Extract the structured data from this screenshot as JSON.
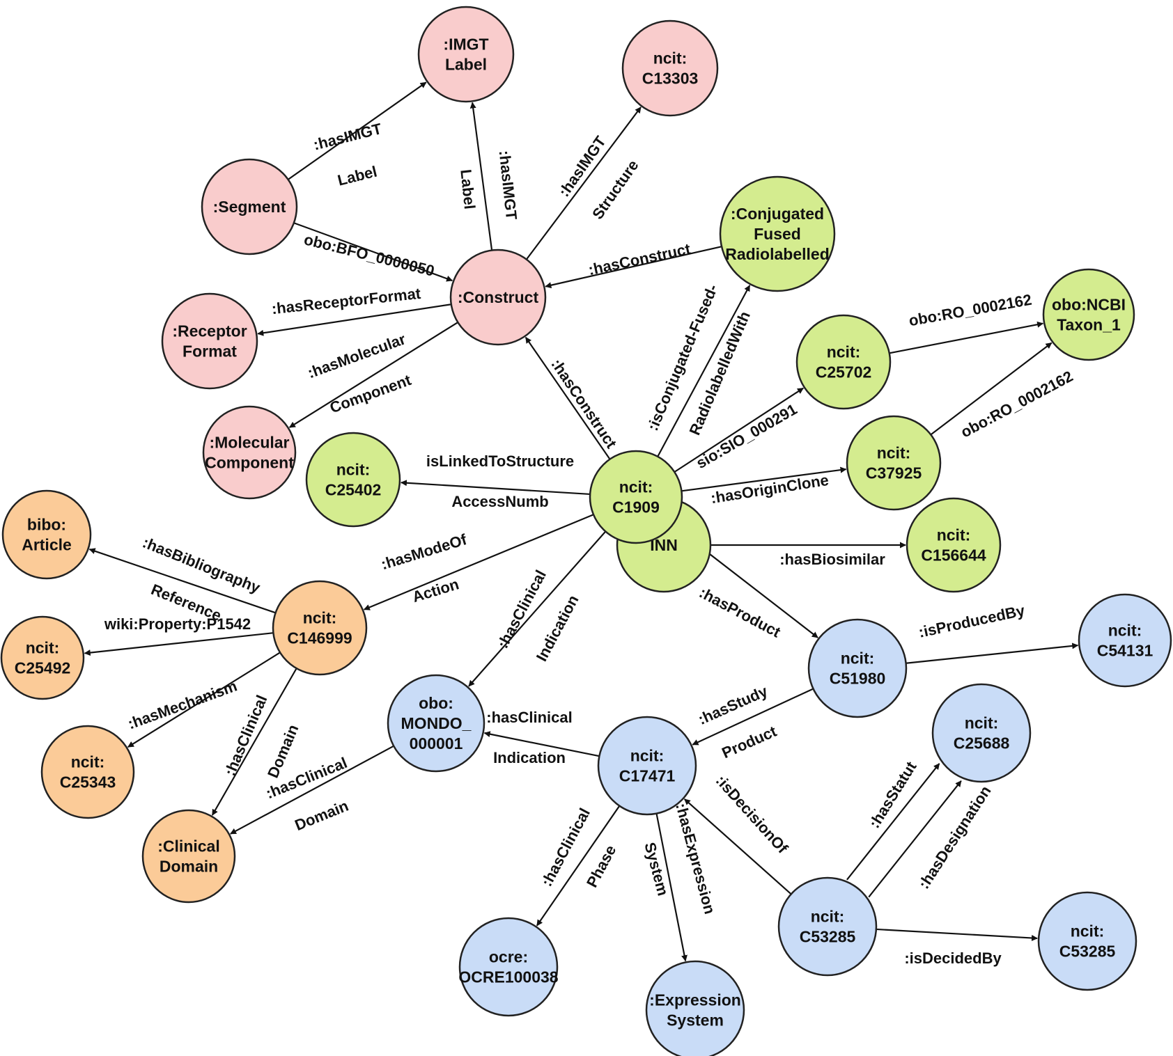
{
  "colors": {
    "pink": "#f9cccc",
    "green": "#d4ec8f",
    "orange": "#fbcb98",
    "blue": "#c9dcf7"
  },
  "nodes": [
    {
      "id": "imgt-label",
      "lines": [
        ":IMGT",
        "Label"
      ],
      "color": "pink"
    },
    {
      "id": "ncit-c13303",
      "lines": [
        "ncit:",
        "C13303"
      ],
      "color": "pink"
    },
    {
      "id": "segment",
      "lines": [
        ":Segment"
      ],
      "color": "pink"
    },
    {
      "id": "construct",
      "lines": [
        ":Construct"
      ],
      "color": "pink"
    },
    {
      "id": "receptor-format",
      "lines": [
        ":Receptor",
        "Format"
      ],
      "color": "pink"
    },
    {
      "id": "molecular-component",
      "lines": [
        ":Molecular",
        "Component"
      ],
      "color": "pink"
    },
    {
      "id": "conjugated",
      "lines": [
        ":Conjugated",
        "Fused",
        "Radiolabelled"
      ],
      "color": "green"
    },
    {
      "id": "ncbi-taxon",
      "lines": [
        "obo:NCBI",
        "Taxon_1"
      ],
      "color": "green"
    },
    {
      "id": "ncit-c25702",
      "lines": [
        "ncit:",
        "C25702"
      ],
      "color": "green"
    },
    {
      "id": "ncit-c37925",
      "lines": [
        "ncit:",
        "C37925"
      ],
      "color": "green"
    },
    {
      "id": "ncit-c25402",
      "lines": [
        "ncit:",
        "C25402"
      ],
      "color": "green"
    },
    {
      "id": "inn",
      "lines": [
        "INN"
      ],
      "color": "green"
    },
    {
      "id": "ncit-c1909",
      "lines": [
        "ncit:",
        "C1909"
      ],
      "color": "green"
    },
    {
      "id": "ncit-c156644",
      "lines": [
        "ncit:",
        "C156644"
      ],
      "color": "green"
    },
    {
      "id": "bibo-article",
      "lines": [
        "bibo:",
        "Article"
      ],
      "color": "orange"
    },
    {
      "id": "ncit-c146999",
      "lines": [
        "ncit:",
        "C146999"
      ],
      "color": "orange"
    },
    {
      "id": "ncit-c25492",
      "lines": [
        "ncit:",
        "C25492"
      ],
      "color": "orange"
    },
    {
      "id": "ncit-c25343",
      "lines": [
        "ncit:",
        "C25343"
      ],
      "color": "orange"
    },
    {
      "id": "clinical-domain",
      "lines": [
        ":Clinical",
        "Domain"
      ],
      "color": "orange"
    },
    {
      "id": "ncit-c54131",
      "lines": [
        "ncit:",
        "C54131"
      ],
      "color": "blue"
    },
    {
      "id": "ncit-c51980",
      "lines": [
        "ncit:",
        "C51980"
      ],
      "color": "blue"
    },
    {
      "id": "mondo",
      "lines": [
        "obo:",
        "MONDO_",
        "000001"
      ],
      "color": "blue"
    },
    {
      "id": "ncit-c17471",
      "lines": [
        "ncit:",
        "C17471"
      ],
      "color": "blue"
    },
    {
      "id": "ncit-c25688",
      "lines": [
        "ncit:",
        "C25688"
      ],
      "color": "blue"
    },
    {
      "id": "ncit-c53285-a",
      "lines": [
        "ncit:",
        "C53285"
      ],
      "color": "blue"
    },
    {
      "id": "ncit-c53285-b",
      "lines": [
        "ncit:",
        "C53285"
      ],
      "color": "blue"
    },
    {
      "id": "ocre",
      "lines": [
        "ocre:",
        "OCRE100038"
      ],
      "color": "blue"
    },
    {
      "id": "expression-system",
      "lines": [
        ":Expression",
        "System"
      ],
      "color": "blue"
    }
  ],
  "edges": [
    {
      "from": "segment",
      "to": "imgt-label",
      "label": [
        ":hasIMGT",
        "Label"
      ]
    },
    {
      "from": "construct",
      "to": "imgt-label",
      "label": [
        ":hasIMGT",
        "Label"
      ]
    },
    {
      "from": "construct",
      "to": "ncit-c13303",
      "label": [
        ":hasIMGT",
        "Structure"
      ]
    },
    {
      "from": "segment",
      "to": "construct",
      "label": [
        "obo:BFO_0000050"
      ]
    },
    {
      "from": "conjugated",
      "to": "construct",
      "label": [
        ":hasConstruct"
      ]
    },
    {
      "from": "construct",
      "to": "receptor-format",
      "label": [
        ":hasReceptorFormat"
      ]
    },
    {
      "from": "construct",
      "to": "molecular-component",
      "label": [
        ":hasMolecular",
        "Component"
      ]
    },
    {
      "from": "ncit-c1909",
      "to": "construct",
      "label": [
        ":hasConstruct"
      ]
    },
    {
      "from": "ncit-c1909",
      "to": "conjugated",
      "label": [
        ":isConjugated-Fused-",
        "RadiolabelledWith"
      ]
    },
    {
      "from": "ncit-c1909",
      "to": "ncit-c25702",
      "label": [
        "sio:SIO_000291"
      ]
    },
    {
      "from": "ncit-c25702",
      "to": "ncbi-taxon",
      "label": [
        "obo:RO_0002162"
      ]
    },
    {
      "from": "ncit-c37925",
      "to": "ncbi-taxon",
      "label": [
        "obo:RO_0002162"
      ]
    },
    {
      "from": "ncit-c1909",
      "to": "ncit-c37925",
      "label": [
        ":hasOriginClone"
      ]
    },
    {
      "from": "ncit-c1909",
      "to": "ncit-c25402",
      "label": [
        "isLinkedToStructure",
        "AccessNumb"
      ]
    },
    {
      "from": "inn",
      "to": "ncit-c156644",
      "label": [
        ":hasBiosimilar"
      ]
    },
    {
      "from": "ncit-c1909",
      "to": "ncit-c51980",
      "label": [
        ":hasProduct"
      ]
    },
    {
      "from": "ncit-c1909",
      "to": "ncit-c146999",
      "label": [
        ":hasModeOf",
        "Action"
      ]
    },
    {
      "from": "ncit-c1909",
      "to": "mondo",
      "label": [
        ":hasClinical",
        "Indication"
      ]
    },
    {
      "from": "ncit-c146999",
      "to": "bibo-article",
      "label": [
        ":hasBibliography",
        "Reference"
      ]
    },
    {
      "from": "ncit-c146999",
      "to": "ncit-c25492",
      "label": [
        "wiki:Property:P1542"
      ]
    },
    {
      "from": "ncit-c146999",
      "to": "ncit-c25343",
      "label": [
        ":hasMechanism"
      ]
    },
    {
      "from": "ncit-c146999",
      "to": "clinical-domain",
      "label": [
        ":hasClinical",
        "Domain"
      ]
    },
    {
      "from": "mondo",
      "to": "clinical-domain",
      "label": [
        ":hasClinical",
        "Domain"
      ]
    },
    {
      "from": "ncit-c51980",
      "to": "ncit-c54131",
      "label": [
        ":isProducedBy"
      ]
    },
    {
      "from": "ncit-c51980",
      "to": "ncit-c17471",
      "label": [
        ":hasStudy",
        "Product"
      ]
    },
    {
      "from": "ncit-c17471",
      "to": "mondo",
      "label": [
        ":hasClinical",
        "Indication"
      ]
    },
    {
      "from": "ncit-c17471",
      "to": "ocre",
      "label": [
        ":hasClinical",
        "Phase"
      ]
    },
    {
      "from": "ncit-c17471",
      "to": "expression-system",
      "label": [
        ":hasExpression",
        "System"
      ]
    },
    {
      "from": "ncit-c53285-a",
      "to": "ncit-c17471",
      "label": [
        ":isDecisionOf"
      ]
    },
    {
      "from": "ncit-c53285-a",
      "to": "ncit-c25688",
      "label": [
        ":hasStatut"
      ]
    },
    {
      "from": "ncit-c53285-a",
      "to": "ncit-c25688",
      "label": [
        ":hasDesignation"
      ]
    },
    {
      "from": "ncit-c53285-a",
      "to": "ncit-c53285-b",
      "label": [
        ":isDecidedBy"
      ]
    }
  ]
}
